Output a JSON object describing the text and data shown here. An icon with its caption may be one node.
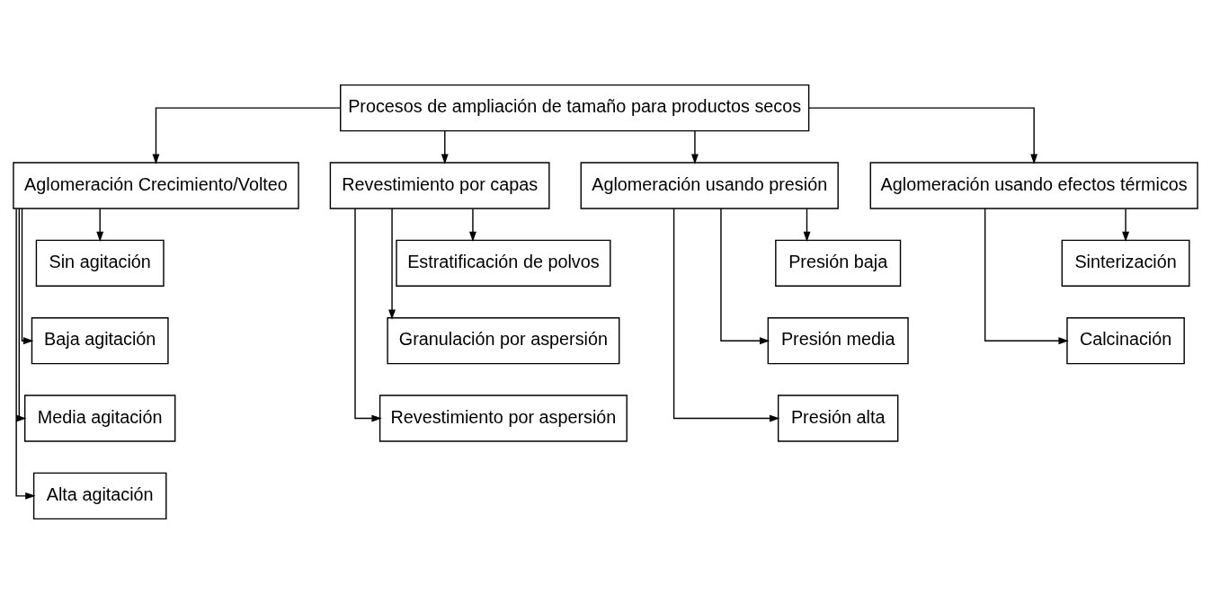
{
  "diagram": {
    "nodes": [
      {
        "text": [
          "Procesos de ampliación de tamaño para productos secos"
        ]
      },
      {
        "text": [
          "Aglomeración Crecimiento/Volteo"
        ]
      },
      {
        "text": [
          "Revestimiento por capas"
        ]
      },
      {
        "text": [
          "Aglomeración usando presión"
        ]
      },
      {
        "text": [
          "Aglomeración usando efectos térmicos"
        ]
      },
      {
        "text": [
          "Estratificación de polvos"
        ]
      },
      {
        "text": [
          "Granulación por aspersión"
        ]
      },
      {
        "text": [
          "Revestimiento por aspersión"
        ]
      },
      {
        "text": [
          "Sinterización"
        ]
      },
      {
        "text": [
          "Calcinación"
        ]
      },
      {
        "text": [
          "Presión baja"
        ]
      },
      {
        "text": [
          "Presión media"
        ]
      },
      {
        "text": [
          "Presión alta"
        ]
      },
      {
        "text": [
          "Sin agitación"
        ]
      },
      {
        "text": [
          "Baja agitación"
        ]
      },
      {
        "text": [
          "Media agitación"
        ]
      },
      {
        "text": [
          "Alta agitación"
        ]
      }
    ],
    "edges": [
      {
        "from": 0,
        "to": 1,
        "arrow": "to"
      },
      {
        "from": 0,
        "to": 2,
        "arrow": "to"
      },
      {
        "from": 0,
        "to": 3,
        "arrow": "to"
      },
      {
        "from": 0,
        "to": 4,
        "arrow": "to"
      },
      {
        "from": 2,
        "to": 5,
        "arrow": "to"
      },
      {
        "from": 2,
        "to": 6,
        "arrow": "to"
      },
      {
        "from": 2,
        "to": 7,
        "arrow": "to"
      },
      {
        "from": 4,
        "to": 8,
        "arrow": "to"
      },
      {
        "from": 4,
        "to": 9,
        "arrow": "to"
      },
      {
        "from": 3,
        "to": 10,
        "arrow": "to"
      },
      {
        "from": 3,
        "to": 11,
        "arrow": "to"
      },
      {
        "from": 3,
        "to": 12,
        "arrow": "to"
      },
      {
        "from": 1,
        "to": 13,
        "arrow": "to"
      },
      {
        "from": 1,
        "to": 14,
        "arrow": "to"
      },
      {
        "from": 1,
        "to": 15,
        "arrow": "to"
      },
      {
        "from": 1,
        "to": 16,
        "arrow": "to"
      }
    ]
  }
}
